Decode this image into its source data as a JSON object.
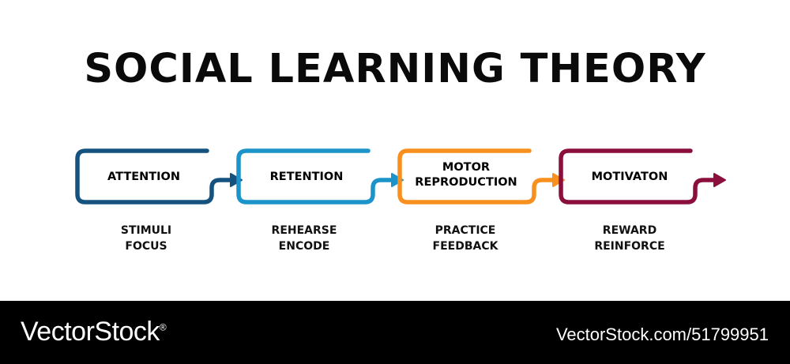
{
  "title": "SOCIAL LEARNING THEORY",
  "steps": [
    {
      "label": "ATTENTION",
      "lines": [
        "STIMULI",
        "FOCUS"
      ],
      "color": "#15527f"
    },
    {
      "label": "RETENTION",
      "lines": [
        "REHEARSE",
        "ENCODE"
      ],
      "color": "#1c93c9"
    },
    {
      "label": "MOTOR REPRODUCTION",
      "label_lines": [
        "MOTOR",
        "REPRODUCTION"
      ],
      "lines": [
        "PRACTICE",
        "FEEDBACK"
      ],
      "color": "#f7901e"
    },
    {
      "label": "MOTIVATON",
      "lines": [
        "REWARD",
        "REINFORCE"
      ],
      "color": "#8a0f3c"
    }
  ],
  "footer": {
    "brand": "VectorStock",
    "registered_mark": "®",
    "url": "VectorStock.com/51799951"
  }
}
